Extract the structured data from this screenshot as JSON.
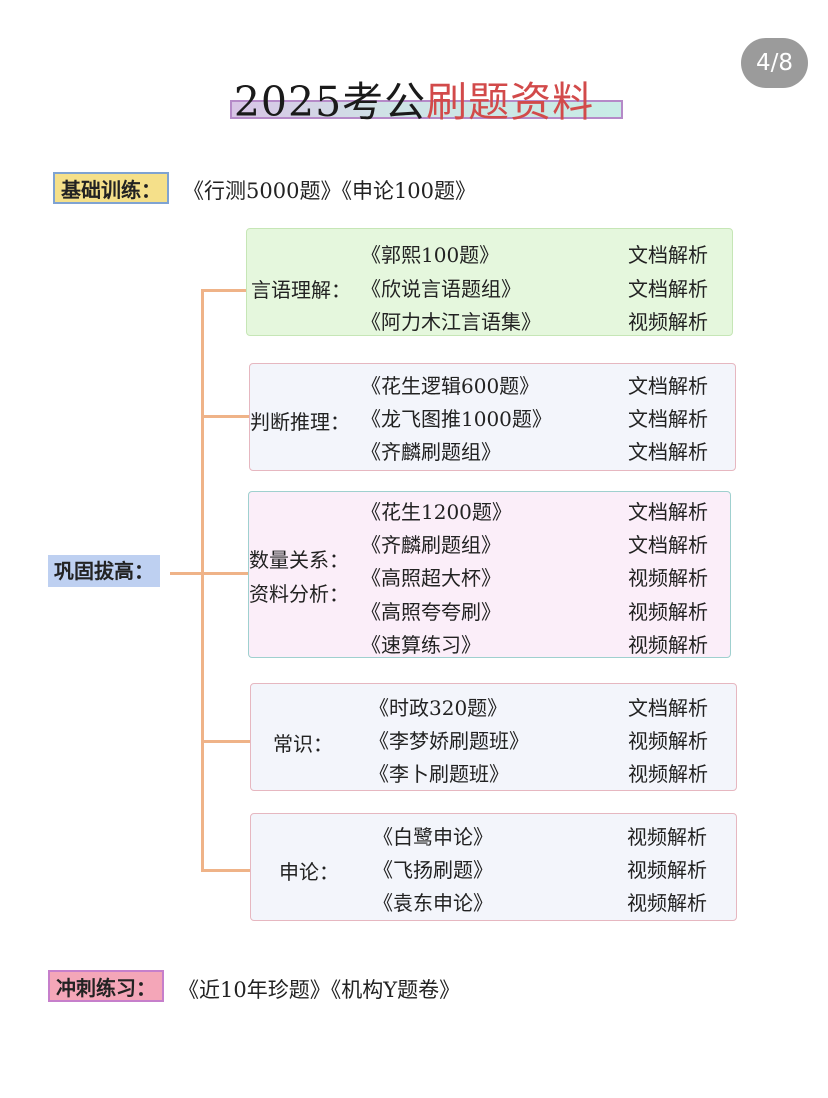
{
  "page_counter": "4/8",
  "title": {
    "part1": "2025考公",
    "part2": "刷题资料"
  },
  "basic": {
    "label": "基础训练：",
    "text": "《行测5000题》《申论100题》"
  },
  "consolidate": {
    "label": "巩固拔高："
  },
  "groups": [
    {
      "cat": "言语理解：",
      "items": [
        {
          "book": "《郭熙100题》",
          "type": "文档解析"
        },
        {
          "book": "《欣说言语题组》",
          "type": "文档解析"
        },
        {
          "book": "《阿力木江言语集》",
          "type": "视频解析"
        }
      ]
    },
    {
      "cat": "判断推理：",
      "items": [
        {
          "book": "《花生逻辑600题》",
          "type": "文档解析"
        },
        {
          "book": "《龙飞图推1000题》",
          "type": "文档解析"
        },
        {
          "book": "《齐麟刷题组》",
          "type": "文档解析"
        }
      ]
    },
    {
      "cat": "数量关系：",
      "cat2": "资料分析：",
      "items": [
        {
          "book": "《花生1200题》",
          "type": "文档解析"
        },
        {
          "book": "《齐麟刷题组》",
          "type": "文档解析"
        },
        {
          "book": "《高照超大杯》",
          "type": "视频解析"
        },
        {
          "book": "《高照夸夸刷》",
          "type": "视频解析"
        },
        {
          "book": "《速算练习》",
          "type": "视频解析"
        }
      ]
    },
    {
      "cat": "常识：",
      "items": [
        {
          "book": "《时政320题》",
          "type": "文档解析"
        },
        {
          "book": "《李梦娇刷题班》",
          "type": "视频解析"
        },
        {
          "book": "《李卜刷题班》",
          "type": "视频解析"
        }
      ]
    },
    {
      "cat": "申论：",
      "items": [
        {
          "book": "《白鹭申论》",
          "type": "视频解析"
        },
        {
          "book": "《飞扬刷题》",
          "type": "视频解析"
        },
        {
          "book": "《袁东申论》",
          "type": "视频解析"
        }
      ]
    }
  ],
  "sprint": {
    "label": "冲刺练习：",
    "text": "《近10年珍题》《机构Y题卷》"
  },
  "colors": {
    "accent_red": "#d24a4a",
    "tree_line": "#efb388"
  }
}
